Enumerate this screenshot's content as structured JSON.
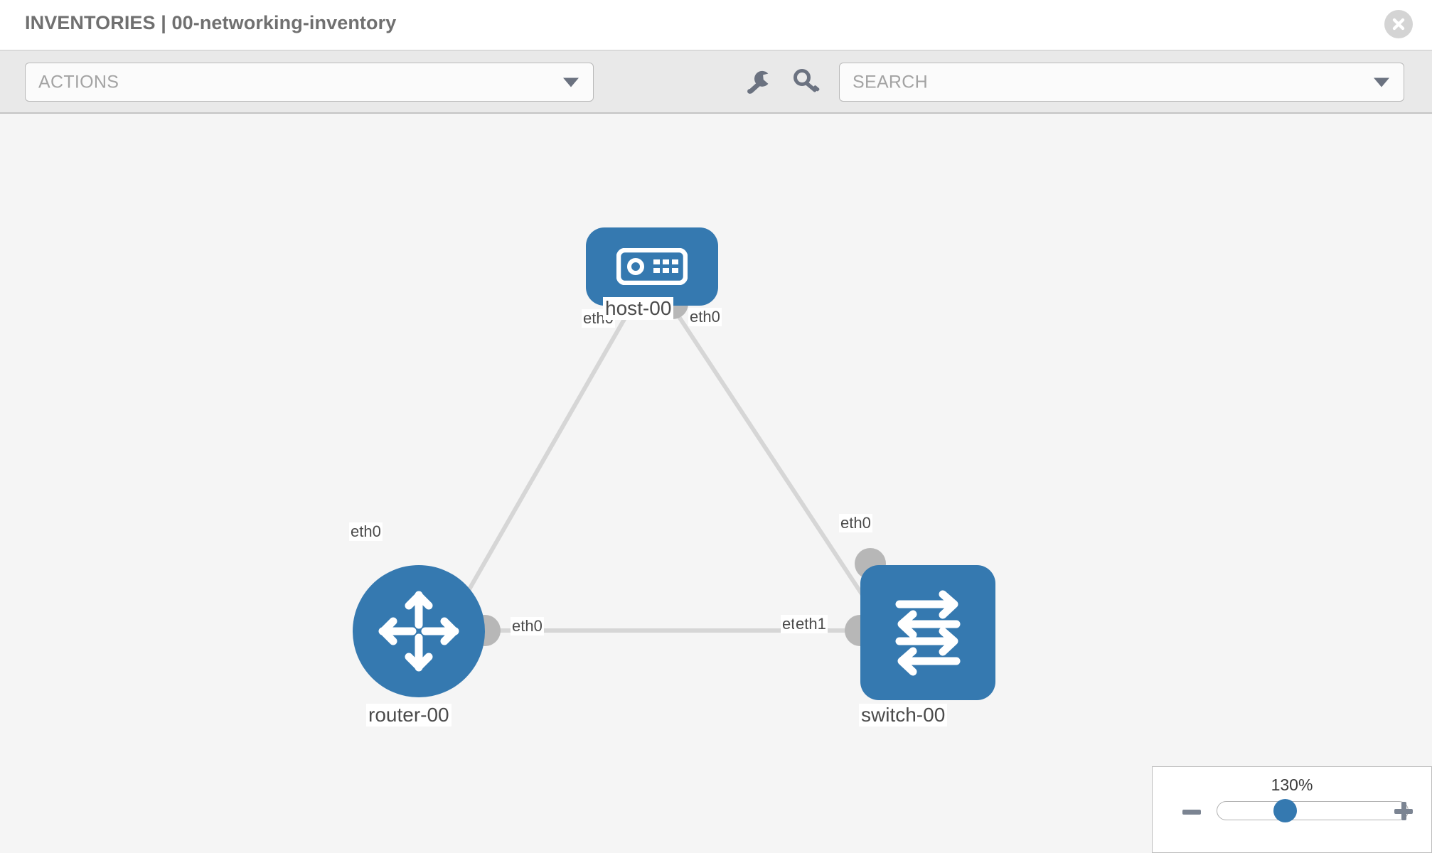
{
  "header": {
    "title": "INVENTORIES | 00-networking-inventory",
    "close_icon": "close-circle-icon"
  },
  "toolbar": {
    "actions_label": "ACTIONS",
    "actions_caret": "chevron-down-icon",
    "wrench_icon": "wrench-icon",
    "key_icon": "key-icon",
    "search_placeholder": "SEARCH",
    "search_caret": "chevron-down-icon"
  },
  "topology": {
    "nodes": [
      {
        "id": "host",
        "label": "host-00",
        "icon": "server-icon",
        "shape": "rounded-rect"
      },
      {
        "id": "router",
        "label": "router-00",
        "icon": "router-arrows-icon",
        "shape": "circle"
      },
      {
        "id": "switch",
        "label": "switch-00",
        "icon": "switch-arrows-icon",
        "shape": "rounded-square"
      }
    ],
    "interfaces": {
      "host_left": "eth0",
      "host_right": "eth0",
      "router_up": "eth0",
      "router_right": "eth0",
      "switch_up": "eth0",
      "switch_left_hidden": "eth0",
      "switch_left": "eth1"
    },
    "links": [
      {
        "from": "host",
        "to": "router"
      },
      {
        "from": "host",
        "to": "switch"
      },
      {
        "from": "router",
        "to": "switch"
      }
    ]
  },
  "zoom_control": {
    "value_label": "130%",
    "minus_icon": "minus-icon",
    "plus_icon": "plus-icon",
    "slider_icon": "zoom-slider"
  },
  "colors": {
    "node_blue": "#3579b0",
    "edge_gray": "#d6d6d6",
    "connector_gray": "#b7b7b7",
    "toolbar_bg": "#e9e9e9",
    "canvas_bg": "#f5f5f5"
  }
}
